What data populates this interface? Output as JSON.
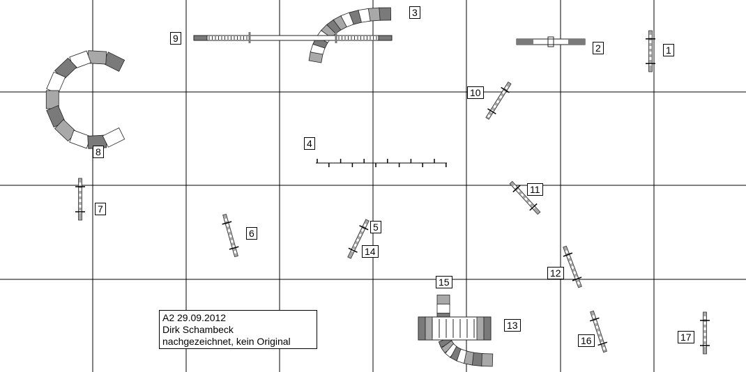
{
  "course": {
    "numbers": [
      "1",
      "2",
      "3",
      "4",
      "5",
      "6",
      "7",
      "8",
      "9",
      "10",
      "11",
      "12",
      "13",
      "14",
      "15",
      "16",
      "17"
    ],
    "info": {
      "line1": "A2 29.09.2012",
      "line2": "Dirk Schambeck",
      "line3": "nachgezeichnet, kein Original"
    }
  },
  "colors": {
    "dark": "#7a7a7a",
    "mid": "#a8a8a8",
    "light": "#ffffff",
    "grid": "#000000"
  }
}
